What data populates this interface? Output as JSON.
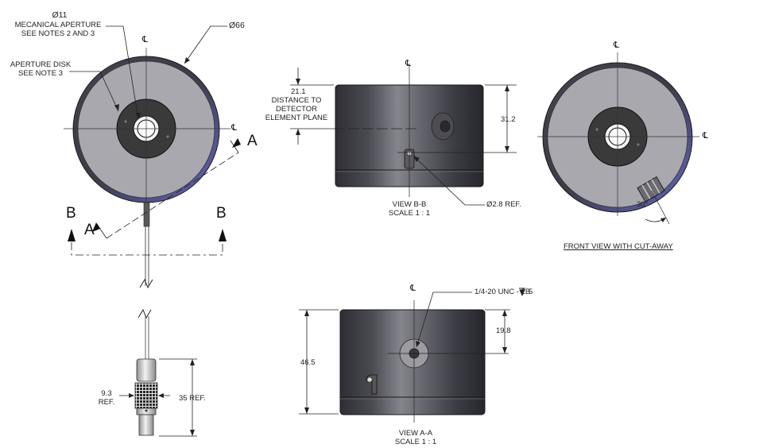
{
  "notes": {
    "aperture_dia": "Ø11",
    "mech_aperture_line1": "MECANICAL APERTURE",
    "mech_aperture_line2": "SEE NOTES 2 AND 3",
    "aperture_disk_line1": "APERTURE DISK",
    "aperture_disk_line2": "SEE NOTE 3",
    "outer_dia": "Ø66",
    "connector_dia_line1": "9.3",
    "connector_dia_line2": "REF.",
    "connector_length": "35 REF.",
    "distance_value": "21.1",
    "distance_line1": "DISTANCE TO",
    "distance_line2": "DETECTOR",
    "distance_line3": "ELEMENT PLANE",
    "height_top": "31.2",
    "hole_dia": "Ø2.8 REF.",
    "thread_spec": "1/4-20 UNC  - 2B",
    "thread_depth": "5",
    "height_total": "46.5",
    "height_mount": "19.8",
    "angle": "30°"
  },
  "section_marks": {
    "a": "A",
    "b": "B"
  },
  "centerline_symbol": "℄",
  "view_labels": {
    "view_bb_line1": "VIEW B-B",
    "view_bb_line2": "SCALE 1 : 1",
    "view_aa_line1": "VIEW A-A",
    "view_aa_line2": "SCALE 1 : 1",
    "front_cutaway": "FRONT VIEW WITH CUT-AWAY"
  },
  "colors": {
    "housing_dark": "#3e3e46",
    "housing_face": "#a7a7ad",
    "line": "#1a1a1a"
  }
}
